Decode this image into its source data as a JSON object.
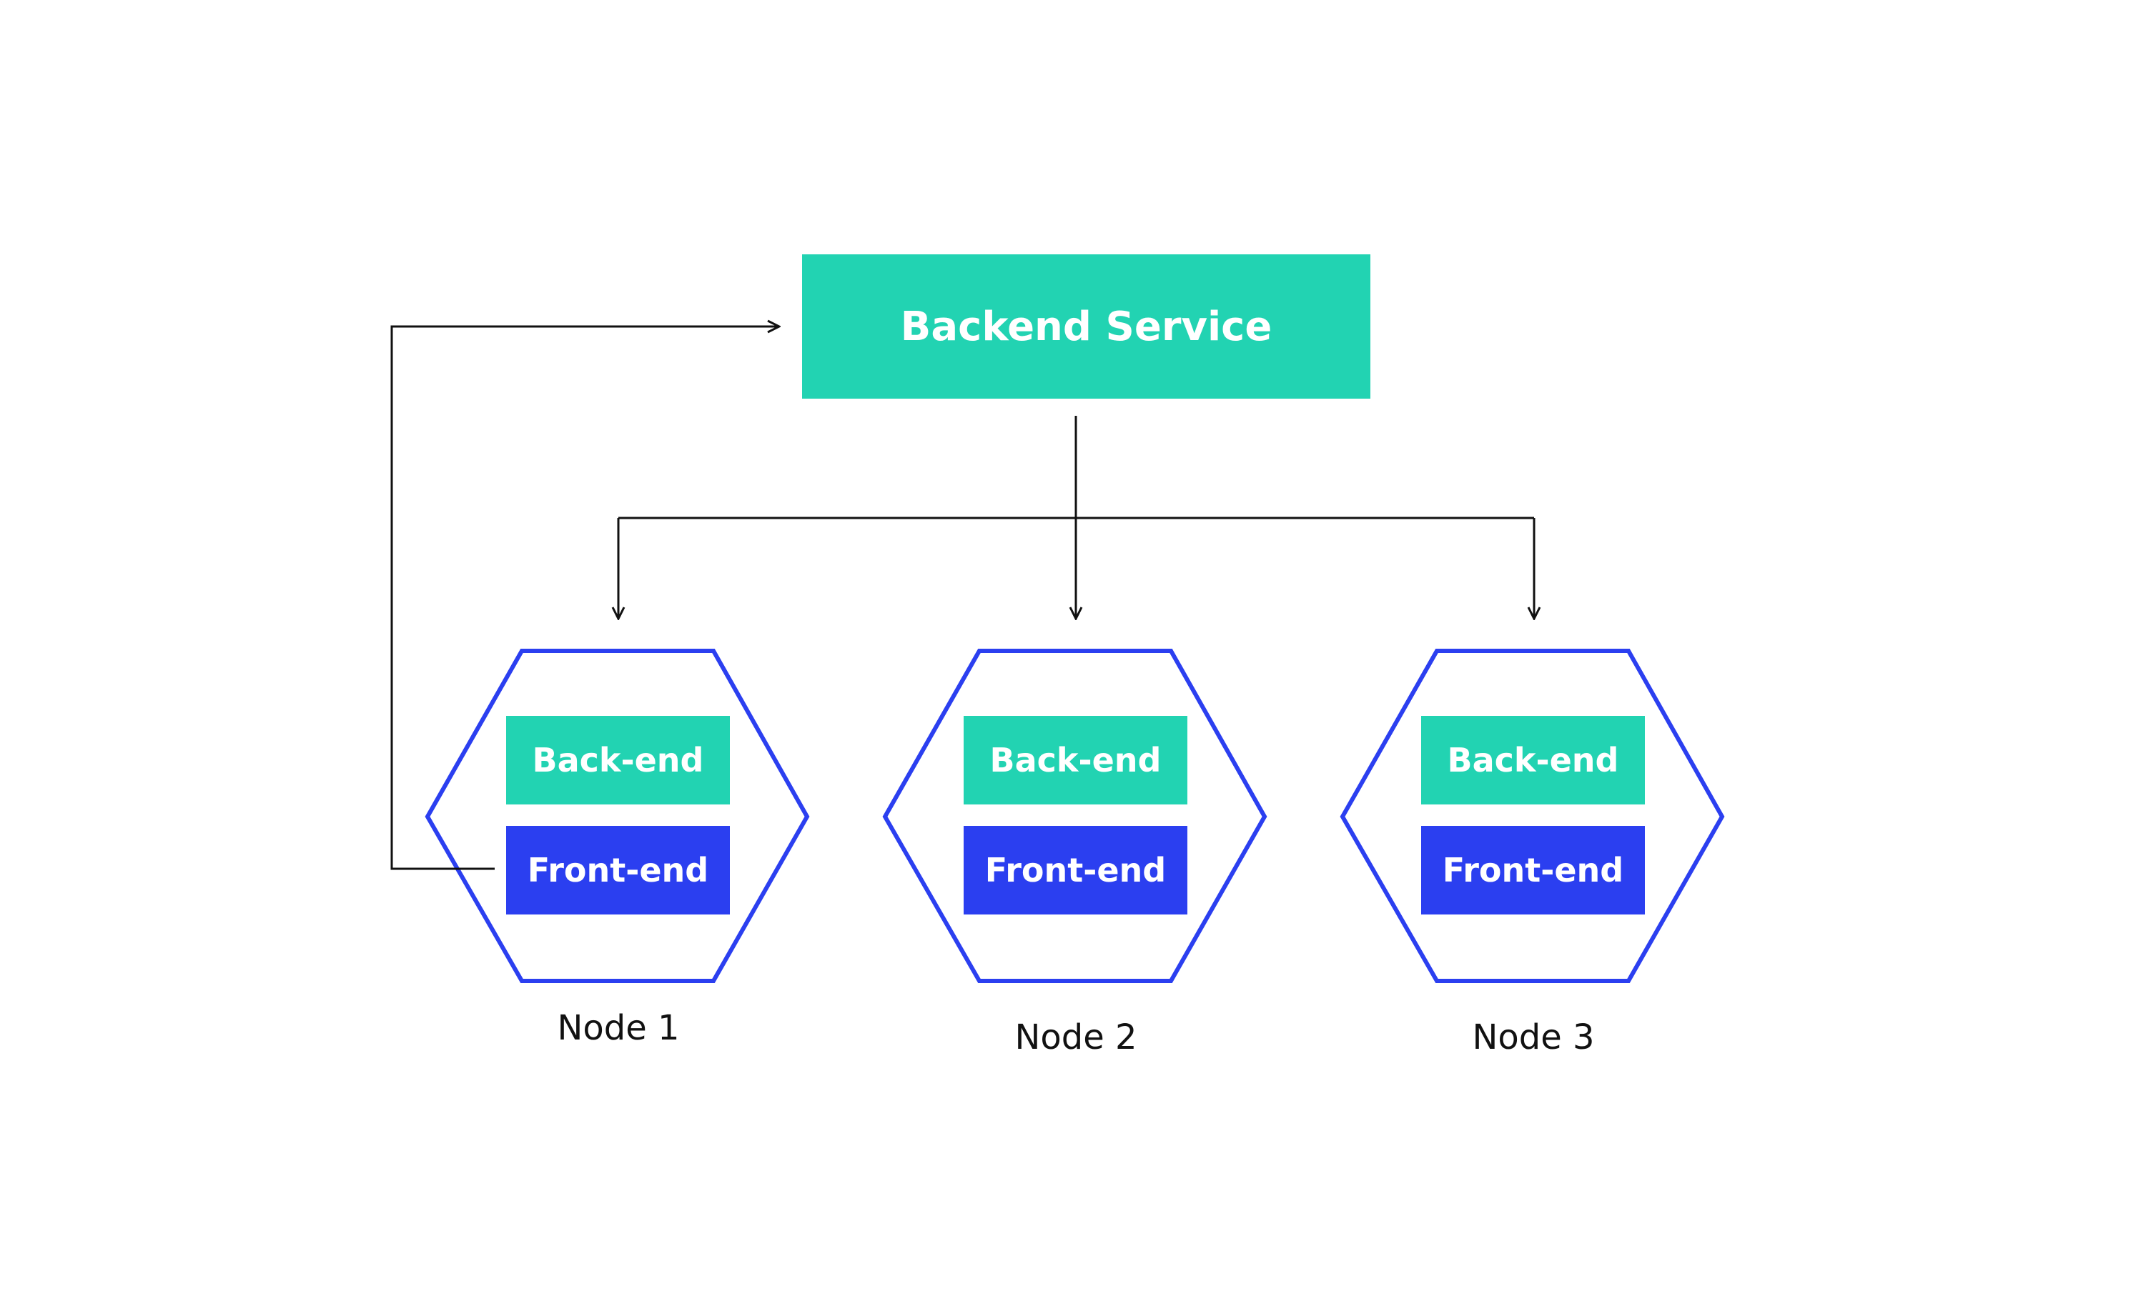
{
  "colors": {
    "backend": "#22d3b2",
    "frontend": "#2b3ff0",
    "hex_outline": "#2b3ff0",
    "arrow": "#111111",
    "text_on_box": "#ffffff",
    "node_label": "#111111",
    "background": "#ffffff"
  },
  "service": {
    "label": "Backend Service"
  },
  "nodes": [
    {
      "backend_label": "Back-end",
      "frontend_label": "Front-end",
      "label": "Node 1"
    },
    {
      "backend_label": "Back-end",
      "frontend_label": "Front-end",
      "label": "Node 2"
    },
    {
      "backend_label": "Back-end",
      "frontend_label": "Front-end",
      "label": "Node 3"
    }
  ]
}
